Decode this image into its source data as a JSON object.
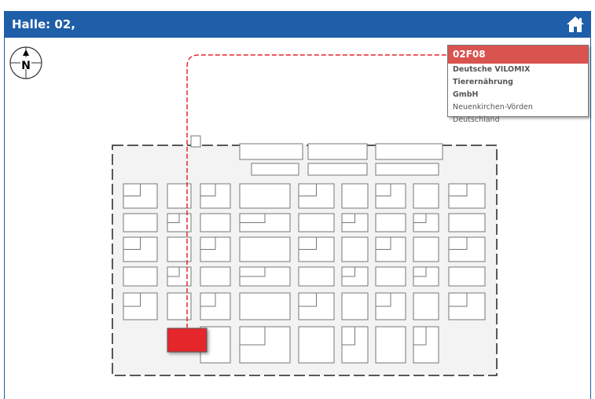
{
  "header": {
    "title": "Halle: 02,",
    "home_icon": "home-icon"
  },
  "compass": {
    "label": "N"
  },
  "popup": {
    "booth": "02F08",
    "company_line1": "Deutsche VILOMIX Tierernährung",
    "company_line2": "GmbH",
    "city": "Neuenkirchen-Vörden",
    "country": "Deutschland"
  },
  "colors": {
    "header": "#1f5ea8",
    "highlight": "#e5262b",
    "popup_header": "#d9534f"
  }
}
